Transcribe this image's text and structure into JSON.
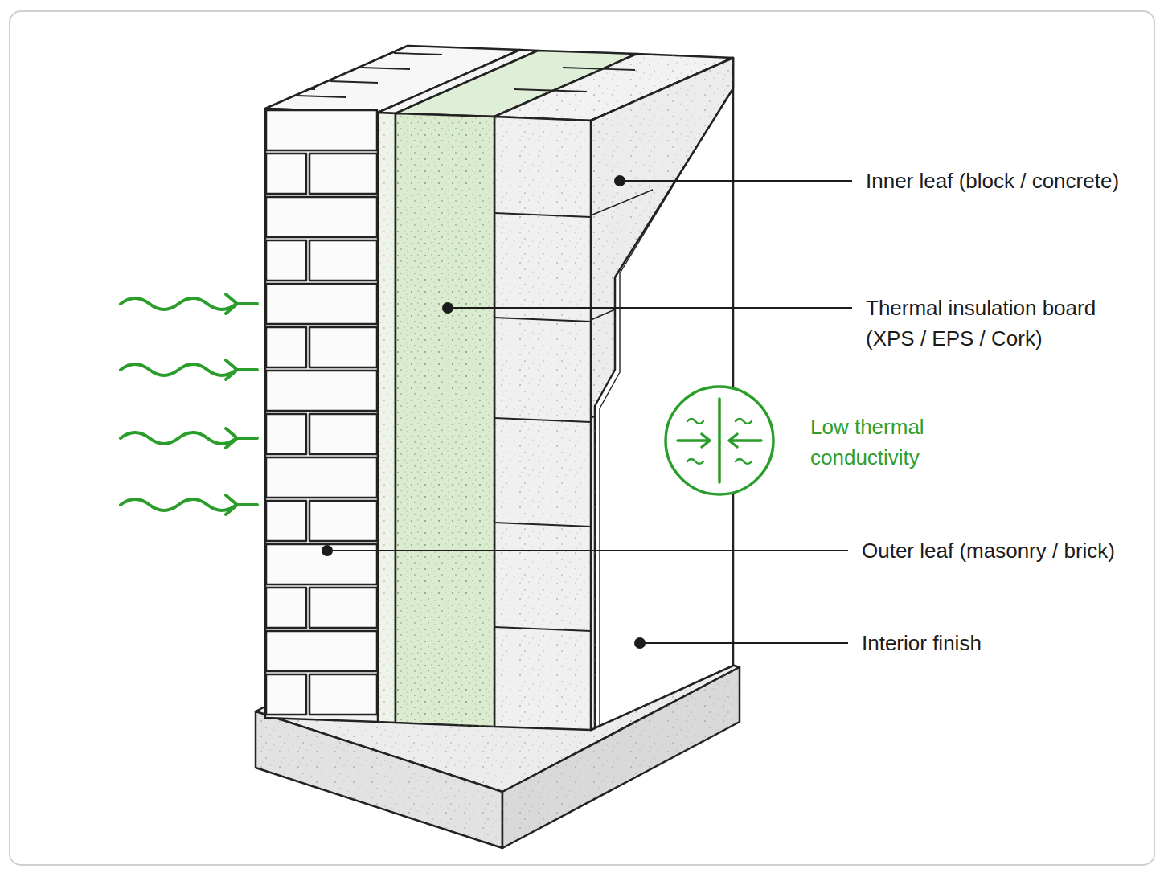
{
  "diagram": {
    "labels": [
      "Inner leaf (block / concrete)",
      "Thermal insulation board (XPS / EPS / Cork)",
      "Low thermal conductivity",
      "Outer leaf (masonry / brick)",
      "Interior finish"
    ]
  }
}
